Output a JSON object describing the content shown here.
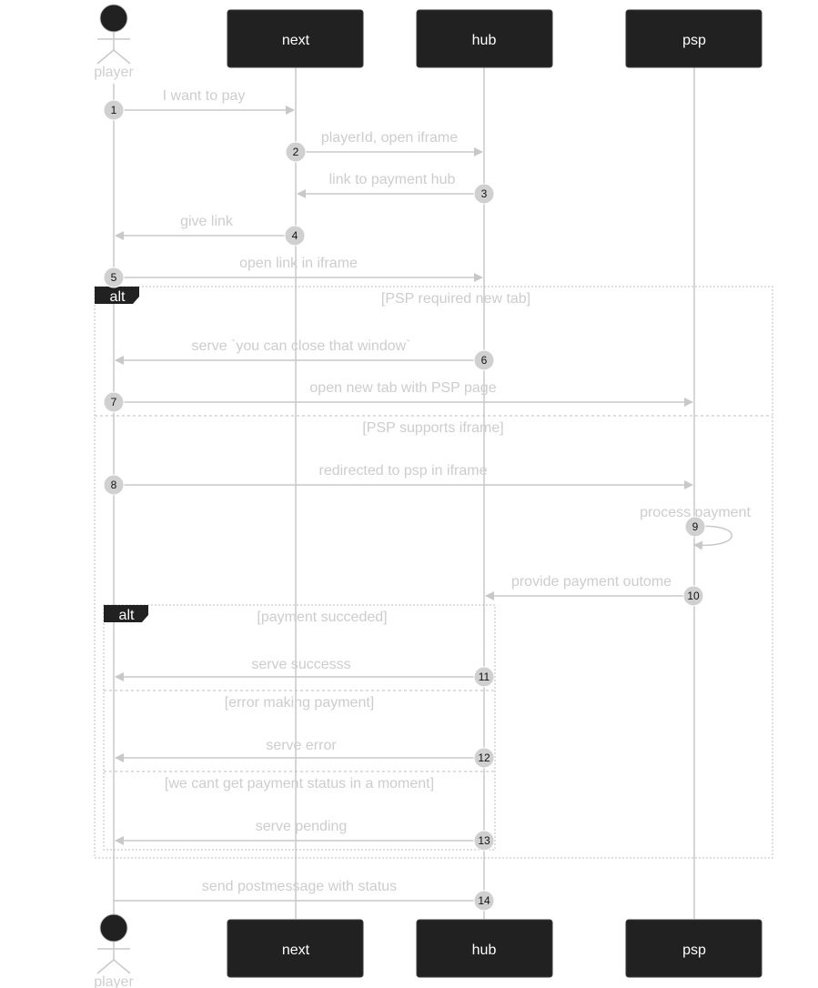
{
  "participants": {
    "player": "player",
    "next": "next",
    "hub": "hub",
    "psp": "psp"
  },
  "messages": [
    {
      "num": "1",
      "text": "I want to pay"
    },
    {
      "num": "2",
      "text": "playerId, open iframe"
    },
    {
      "num": "3",
      "text": "link to payment hub"
    },
    {
      "num": "4",
      "text": "give link"
    },
    {
      "num": "5",
      "text": "open link in iframe"
    },
    {
      "num": "6",
      "text": "serve `you can close that window`"
    },
    {
      "num": "7",
      "text": "open new tab with PSP page"
    },
    {
      "num": "8",
      "text": "redirected to psp in iframe"
    },
    {
      "num": "9",
      "text": "process payment"
    },
    {
      "num": "10",
      "text": "provide payment outome"
    },
    {
      "num": "11",
      "text": "serve successs"
    },
    {
      "num": "12",
      "text": "serve error"
    },
    {
      "num": "13",
      "text": "serve pending"
    },
    {
      "num": "14",
      "text": "send postmessage with status"
    }
  ],
  "frames": {
    "outer": {
      "label": "alt",
      "conditions": [
        "[PSP required new tab]",
        "[PSP supports iframe]"
      ]
    },
    "inner": {
      "label": "alt",
      "conditions": [
        "[payment succeded]",
        "[error making payment]",
        "[we cant get payment status in a moment]"
      ]
    }
  },
  "colors": {
    "box": "#212121",
    "line": "#c8c8c8",
    "badge": "#d0d0d0",
    "text": "#cdcdcd"
  }
}
